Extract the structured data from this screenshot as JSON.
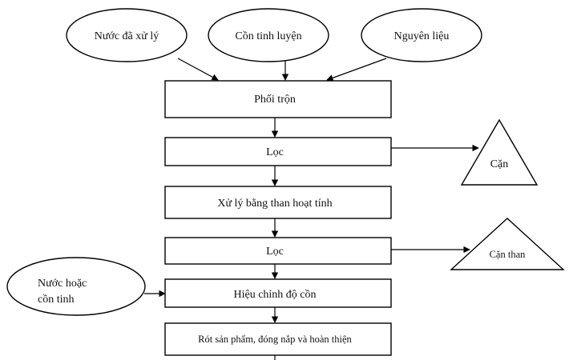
{
  "inputs": {
    "treated_water": "Nước đã xử lý",
    "refined_alcohol": "Cồn tinh luyện",
    "raw_material": "Nguyên liệu",
    "water_or_alcohol_line1": "Nước hoặc",
    "water_or_alcohol_line2": "cồn tinh"
  },
  "steps": {
    "mixing": "Phối trộn",
    "filter_1": "Lọc",
    "carbon_treatment": "Xử lý bằng than hoạt tính",
    "filter_2": "Lọc",
    "alcohol_adjust": "Hiệu chỉnh độ cồn",
    "bottling": "Rót sản phẩm, đóng nắp và hoàn thiện"
  },
  "outputs": {
    "residue": "Cặn",
    "carbon_residue": "Cặn than"
  }
}
